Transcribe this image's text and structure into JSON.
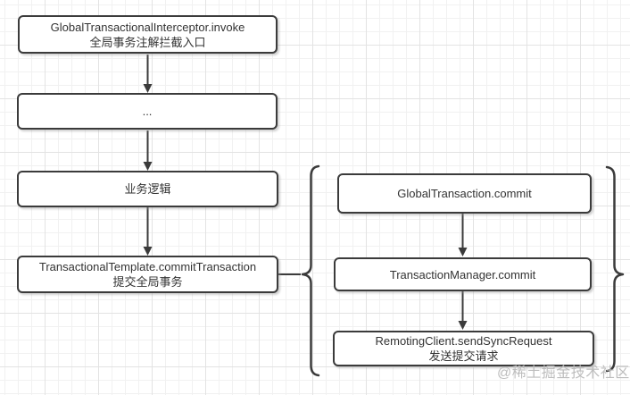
{
  "diagram": {
    "left_flow": [
      {
        "line1": "GlobalTransactionalInterceptor.invoke",
        "line2": "全局事务注解拦截入口"
      },
      {
        "line1": "...",
        "line2": ""
      },
      {
        "line1": "业务逻辑",
        "line2": ""
      },
      {
        "line1": "TransactionalTemplate.commitTransaction",
        "line2": "提交全局事务"
      }
    ],
    "right_flow": [
      {
        "line1": "GlobalTransaction.commit",
        "line2": ""
      },
      {
        "line1": "TransactionManager.commit",
        "line2": ""
      },
      {
        "line1": "RemotingClient.sendSyncRequest",
        "line2": "发送提交请求"
      }
    ],
    "watermark": "@稀土掘金技术社区",
    "colors": {
      "stroke": "#3b3b3b",
      "text": "#333333",
      "box_fill": "#ffffff",
      "grid_major": "#e3e3e3",
      "grid_minor": "#f1f1f1",
      "watermark": "#bdbdbd"
    }
  }
}
